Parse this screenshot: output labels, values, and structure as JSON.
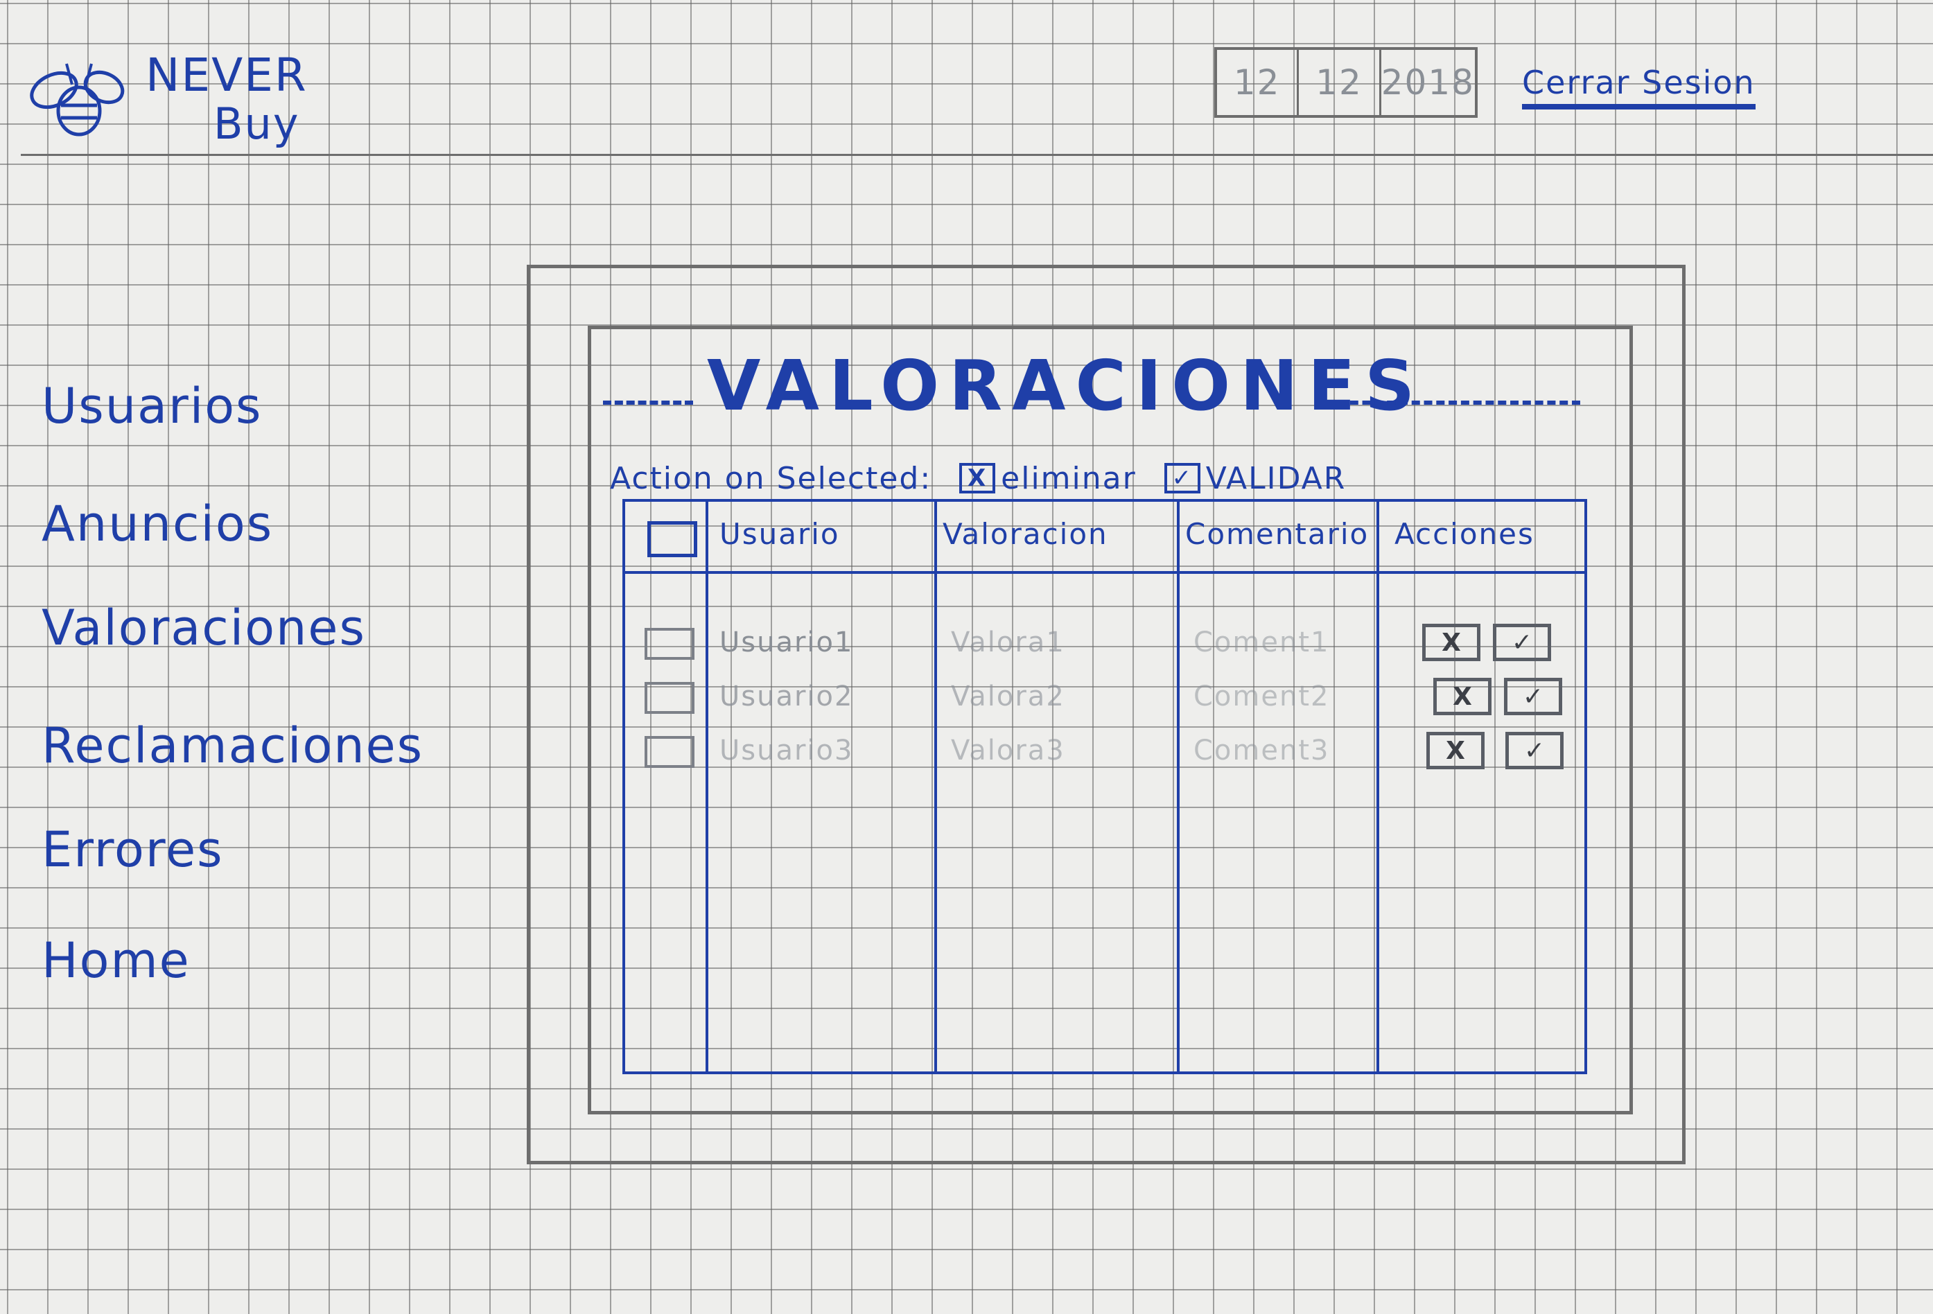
{
  "brand": {
    "name_line1": "NEVER",
    "name_line2": "Buy",
    "icon": "bee-logo-icon"
  },
  "header": {
    "date": [
      "12",
      "12",
      "2018"
    ],
    "logout": "Cerrar Sesion"
  },
  "sidebar": {
    "items": [
      {
        "label": "Usuarios"
      },
      {
        "label": "Anuncios"
      },
      {
        "label": "Valoraciones"
      },
      {
        "label": "Reclamaciones"
      },
      {
        "label": "Errores"
      },
      {
        "label": "Home"
      }
    ]
  },
  "main": {
    "title": "VALORACIONES",
    "bulk": {
      "label": "Action on Selected:",
      "delete_label": "eliminar",
      "validate_label": "VALIDAR",
      "delete_mark": "X",
      "validate_mark": "✓"
    },
    "table": {
      "columns": [
        "Usuario",
        "Valoracion",
        "Comentario",
        "Acciones"
      ],
      "rows": [
        {
          "usuario": "Usuario1",
          "valoracion": "Valora1",
          "comentario": "Coment1"
        },
        {
          "usuario": "Usuario2",
          "valoracion": "Valora2",
          "comentario": "Coment2"
        },
        {
          "usuario": "Usuario3",
          "valoracion": "Valora3",
          "comentario": "Coment3"
        }
      ],
      "action_delete": "X",
      "action_validate": "✓"
    }
  },
  "colors": {
    "ink": "#1f3fa8",
    "pencil": "#8a8f96",
    "paper": "#eeeeec",
    "grid": "#5f5f5f"
  }
}
